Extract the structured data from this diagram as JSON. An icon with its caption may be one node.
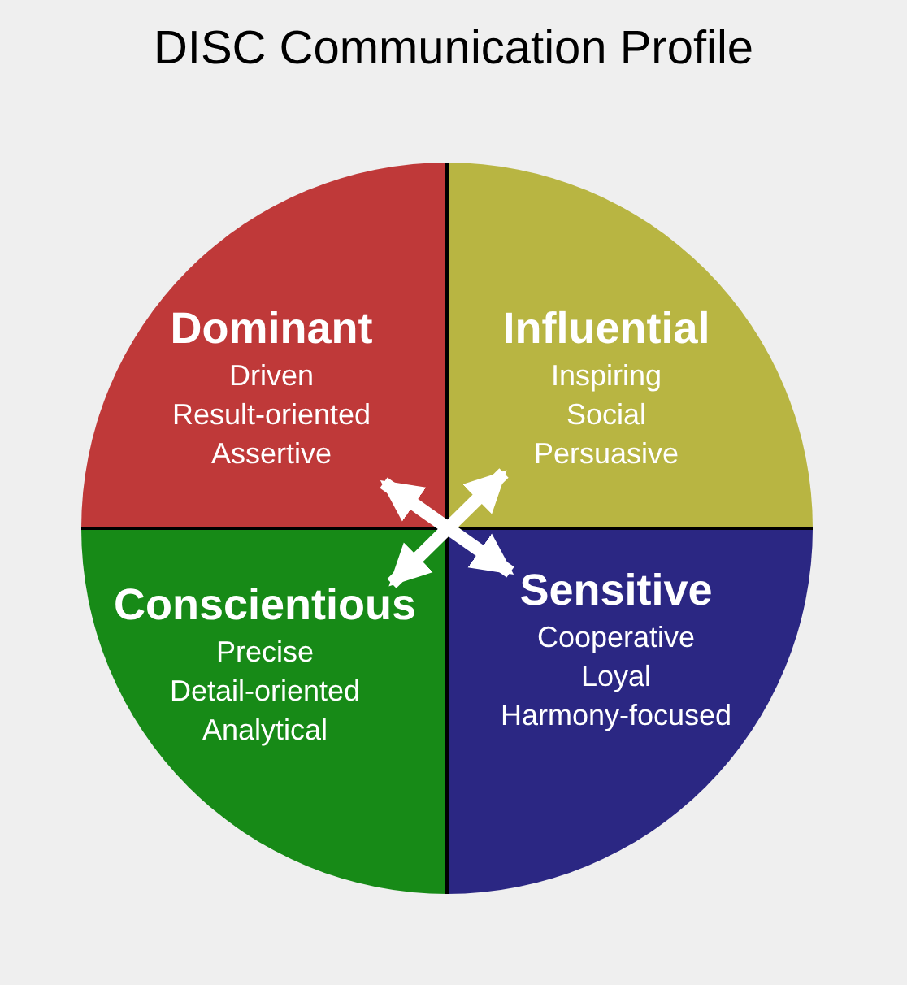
{
  "diagram": {
    "title": "DISC Communication Profile",
    "nodes": [
      {
        "text": [
          "Dominant",
          "Driven",
          "Result-oriented",
          "Assertive"
        ]
      },
      {
        "text": [
          "Influential",
          "Inspiring",
          "Social",
          "Persuasive"
        ]
      },
      {
        "text": [
          "Conscientious",
          "Precise",
          "Detail-oriented",
          "Analytical"
        ]
      },
      {
        "text": [
          "Sensitive",
          "Cooperative",
          "Loyal",
          "Harmony-focused"
        ]
      }
    ],
    "edges": [
      {
        "from": 0,
        "to": 3,
        "arrow": "both"
      },
      {
        "from": 1,
        "to": 2,
        "arrow": "both"
      }
    ]
  }
}
